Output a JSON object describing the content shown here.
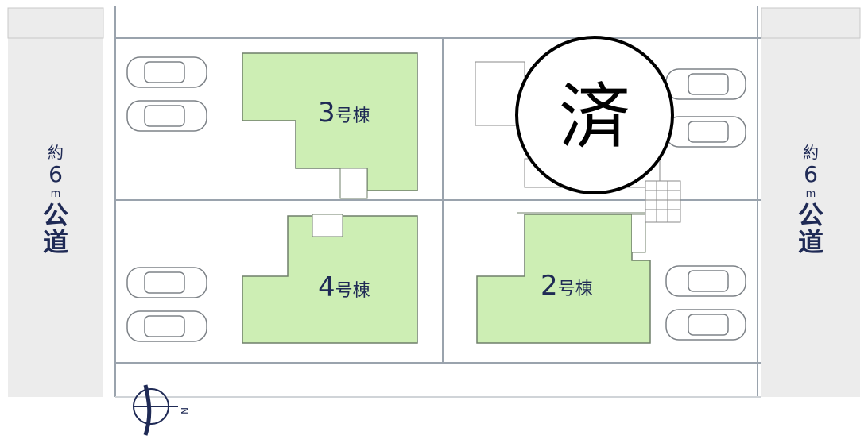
{
  "roads": {
    "left": {
      "prefix": "約",
      "width": "6",
      "unit": "m",
      "name1": "公",
      "name2": "道"
    },
    "right": {
      "prefix": "約",
      "width": "6",
      "unit": "m",
      "name1": "公",
      "name2": "道"
    }
  },
  "buildings": [
    {
      "number": "3",
      "suffix": "号棟"
    },
    {
      "number": "4",
      "suffix": "号棟"
    },
    {
      "number": "2",
      "suffix": "号棟"
    }
  ],
  "sold_badge": {
    "text": "済"
  },
  "compass": {
    "direction": "N"
  },
  "colors": {
    "building_fill": "#cdeeb4",
    "road_fill": "#ececec",
    "line": "#9aa3ad",
    "text": "#1f2a55"
  }
}
